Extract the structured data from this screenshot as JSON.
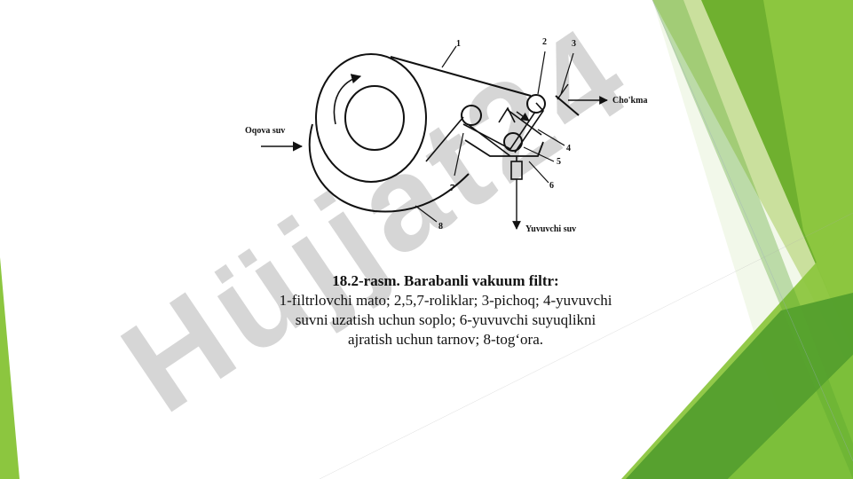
{
  "colors": {
    "green_dark": "#4c9a2a",
    "green_mid": "#6fb02f",
    "green_light": "#8cc63f",
    "green_pale": "#c3dc8f",
    "watermark_gray": "#bdbdbd",
    "watermark_violet": "#c9b8ec"
  },
  "watermark": {
    "text": "Hüjjat24"
  },
  "diagram": {
    "labels": {
      "n1": "1",
      "n2": "2",
      "n3": "3",
      "n4": "4",
      "n5": "5",
      "n6": "6",
      "n7": "7",
      "n8": "8"
    },
    "inlet": "Oqova suv",
    "cake": "Cho'kma",
    "wash_out": "Yuvuvchi suv"
  },
  "caption": {
    "title": "18.2-rasm. Barabanli vakuum filtr:",
    "line1": "1-filtrlovchi mato; 2,5,7-roliklar; 3-pichoq; 4-yuvuvchi",
    "line2": "suvni uzatish uchun soplo; 6-yuvuvchi suyuqlikni",
    "line3": "ajratish uchun tarnov; 8-tog‘ora."
  }
}
